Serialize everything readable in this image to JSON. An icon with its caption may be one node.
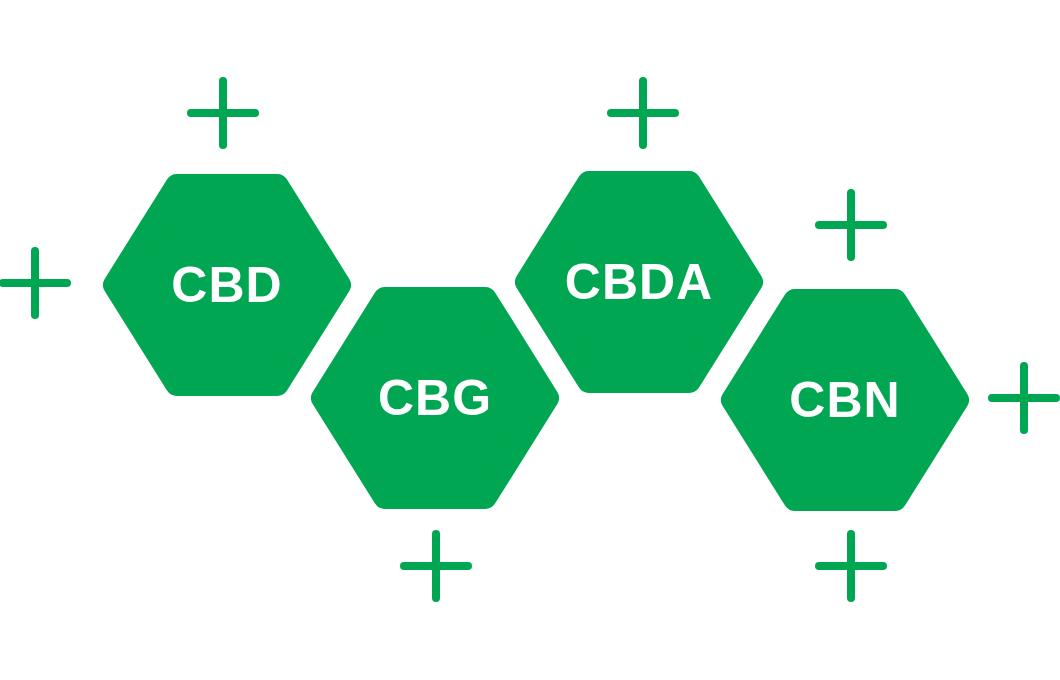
{
  "diagram": {
    "nodes": [
      {
        "text": [
          "CBD"
        ]
      },
      {
        "text": [
          "CBG"
        ]
      },
      {
        "text": [
          "CBDA"
        ]
      },
      {
        "text": [
          "CBN"
        ]
      }
    ],
    "edges": []
  }
}
